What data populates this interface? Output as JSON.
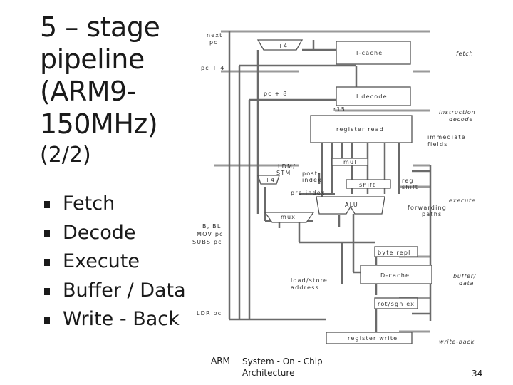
{
  "slide": {
    "title": "5 – stage pipeline (ARM9-150MHz)",
    "subtitle": "(2/2)",
    "bullets": [
      "Fetch",
      "Decode",
      "Execute",
      "Buffer / Data",
      "Write - Back"
    ],
    "footer_left": "ARM",
    "footer_mid_1": "System - On - Chip",
    "footer_mid_2": "Architecture",
    "page_number": "34"
  },
  "diagram": {
    "blocks": {
      "plus4_top": "+4",
      "icache": "I-cache",
      "idecode": "I decode",
      "register_read": "register read",
      "mul": "mul",
      "plus4_mid": "+4",
      "shift": "shift",
      "alu": "ALU",
      "mux": "mux",
      "byte_repl": "byte repl",
      "dcache": "D-cache",
      "rot_sgn_ex": "rot/sgn ex",
      "register_write": "register write"
    },
    "signals": {
      "next_pc_1": "next",
      "next_pc_2": "pc",
      "pc_plus4": "pc + 4",
      "pc_plus8": "pc + 8",
      "r15": "r15",
      "ldm_stm_1": "LDM/",
      "ldm_stm_2": "STM",
      "post_index_1": "post-",
      "post_index_2": "index",
      "pre_index": "pre-index",
      "reg_shift_1": "reg",
      "reg_shift_2": "shift",
      "immediate_1": "immediate",
      "immediate_2": "fields",
      "forwarding_1": "forwarding",
      "forwarding_2": "paths",
      "b_bl": "B, BL",
      "mov_pc": "MOV pc",
      "subs_pc": "SUBS pc",
      "load_store_1": "load/store",
      "load_store_2": "address",
      "ldr_pc": "LDR pc"
    },
    "stages": {
      "fetch": "fetch",
      "instruction_decode_1": "instruction",
      "instruction_decode_2": "decode",
      "execute": "execute",
      "buffer_data_1": "buffer/",
      "buffer_data_2": "data",
      "write_back": "write-back"
    }
  }
}
